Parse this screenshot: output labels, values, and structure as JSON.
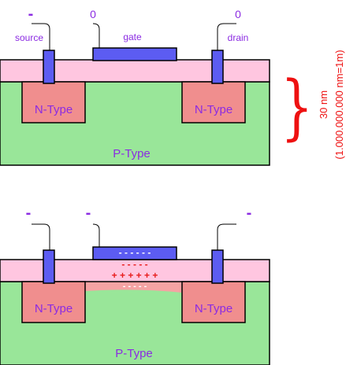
{
  "colors": {
    "substrate": "#99e699",
    "oxide": "#ffc6e0",
    "ntype": "#f08e8e",
    "electrode": "#5c5cf2",
    "label_purple": "#8b2be2",
    "charge_red": "#e81c1c",
    "charge_white": "#ffffff",
    "channel": "#f5a3a3",
    "bracket_red": "#ee1111",
    "outline": "#000000"
  },
  "top_diagram": {
    "source_voltage": "-",
    "gate_voltage": "0",
    "drain_voltage": "0",
    "source_label": "source",
    "gate_label": "gate",
    "drain_label": "drain",
    "left_region_label": "N-Type",
    "right_region_label": "N-Type",
    "substrate_label": "P-Type"
  },
  "bottom_diagram": {
    "source_voltage": "-",
    "gate_voltage": "-",
    "drain_voltage": "-",
    "gate_charges": "- - - - - -",
    "oxide_negative_charges": "- - - - -",
    "oxide_positive_charges": "+ + + + + +",
    "channel_charges": "- - - - -",
    "left_region_label": "N-Type",
    "right_region_label": "N-Type",
    "substrate_label": "P-Type"
  },
  "scale_annotation": {
    "line1": "30 nm",
    "line2": "(1.000.000.000 nm=1m)",
    "brace": "}"
  }
}
